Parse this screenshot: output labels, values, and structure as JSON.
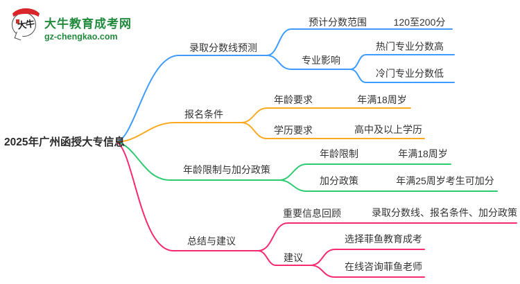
{
  "logo": {
    "bubble_text": "大牛",
    "site_name": "大牛教育成考网",
    "site_domain": "gz-chengkao.com"
  },
  "colors": {
    "logo_green": "#218a3c",
    "logo_red": "#d8262a",
    "text": "#333333"
  },
  "mindmap": {
    "root": "2025年广州函授大专信息",
    "branches": [
      {
        "label": "录取分数线预测",
        "color": "#3E9CFF",
        "children": [
          {
            "label": "预计分数范围",
            "children": [
              {
                "label": "120至200分"
              }
            ]
          },
          {
            "label": "专业影响",
            "children": [
              {
                "label": "热门专业分数高"
              },
              {
                "label": "冷门专业分数低"
              }
            ]
          }
        ]
      },
      {
        "label": "报名条件",
        "color": "#FCA91F",
        "children": [
          {
            "label": "年龄要求",
            "children": [
              {
                "label": "年满18周岁"
              }
            ]
          },
          {
            "label": "学历要求",
            "children": [
              {
                "label": "高中及以上学历"
              }
            ]
          }
        ]
      },
      {
        "label": "年龄限制与加分政策",
        "color": "#2BCB70",
        "children": [
          {
            "label": "年龄限制",
            "children": [
              {
                "label": "年满18周岁"
              }
            ]
          },
          {
            "label": "加分政策",
            "children": [
              {
                "label": "年满25周岁考生可加分"
              }
            ]
          }
        ]
      },
      {
        "label": "总结与建议",
        "color": "#F82A6F",
        "children": [
          {
            "label": "重要信息回顾",
            "children": [
              {
                "label": "录取分数线、报名条件、加分政策"
              }
            ]
          },
          {
            "label": "建议",
            "children": [
              {
                "label": "选择菲鱼教育成考"
              },
              {
                "label": "在线咨询菲鱼老师"
              }
            ]
          }
        ]
      }
    ]
  }
}
